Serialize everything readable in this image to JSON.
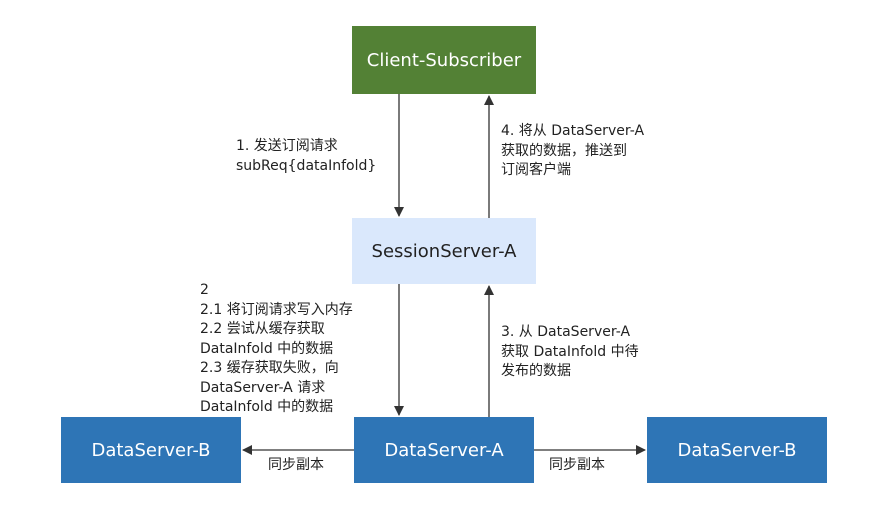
{
  "nodes": {
    "client": "Client-Subscriber",
    "session": "SessionServer-A",
    "data_a": "DataServer-A",
    "data_b_left": "DataServer-B",
    "data_b_right": "DataServer-B"
  },
  "labels": {
    "step1": [
      "1. 发送订阅请求",
      "subReq{dataInfold}"
    ],
    "step4": [
      "4. 将从 DataServer-A",
      "获取的数据，推送到",
      "订阅客户端"
    ],
    "step2": [
      "2",
      "2.1 将订阅请求写入内存",
      "2.2 尝试从缓存获取",
      "DataInfold 中的数据",
      "2.3 缓存获取失败，向",
      "DataServer-A 请求",
      "DataInfold 中的数据"
    ],
    "step3": [
      "3. 从 DataServer-A",
      "获取 DataInfold 中待",
      "发布的数据"
    ],
    "sync_left": "同步副本",
    "sync_right": "同步副本"
  },
  "colors": {
    "client": "#538135",
    "session": "#dae8fc",
    "dataserver": "#2e75b6",
    "arrow": "#333333"
  }
}
